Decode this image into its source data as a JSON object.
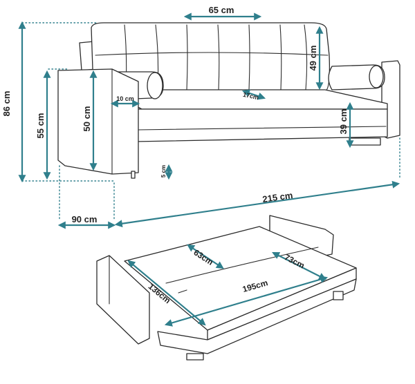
{
  "dimensions": {
    "backrest_cushion_width": "65 cm",
    "backrest_cushion_height": "49 cm",
    "total_height": "86 cm",
    "armrest_height": "55 cm",
    "seat_to_arm_height": "50 cm",
    "armrest_width": "10 cm",
    "seat_depth_offset": "17cm",
    "seat_height": "39 cm",
    "leg_height": "5 cm",
    "total_width": "215 cm",
    "total_depth": "90 cm",
    "bed_inner_depth_left": "63cm",
    "bed_inner_depth_right": "73cm",
    "bed_depth": "136cm",
    "bed_width": "195cm"
  },
  "colors": {
    "dimension_line": "#2f7f8c",
    "outline": "#2b2b2b",
    "text": "#222222"
  }
}
